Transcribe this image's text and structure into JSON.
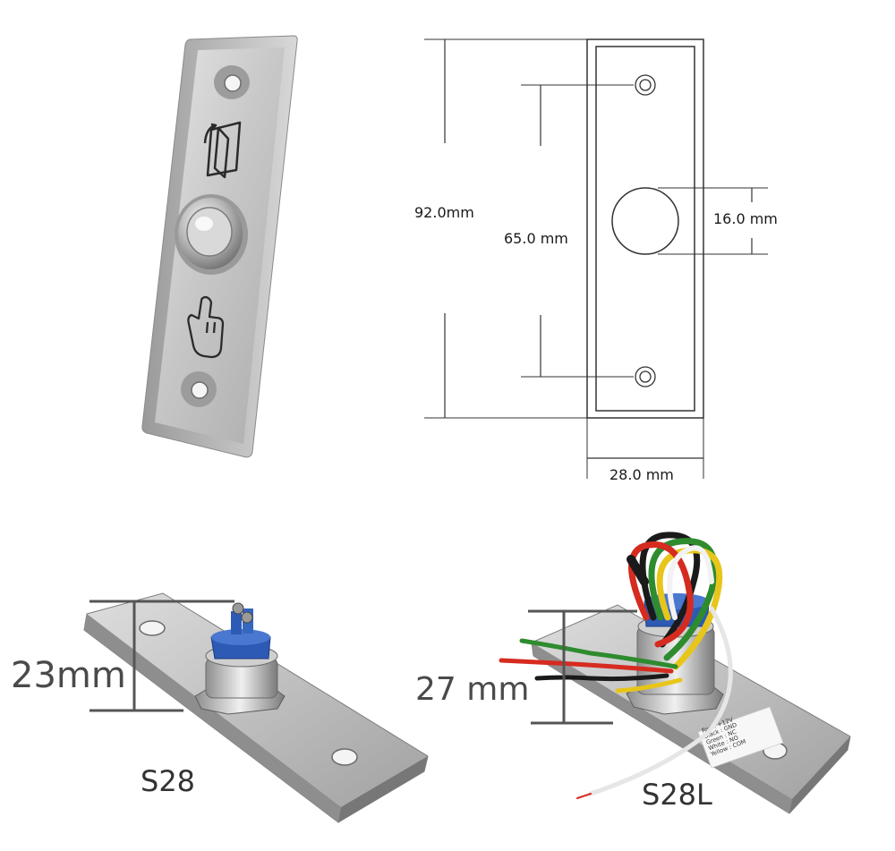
{
  "drawing": {
    "height_label": "92.0mm",
    "hole_spacing_label": "65.0 mm",
    "button_diameter_label": "16.0 mm",
    "width_label": "28.0 mm"
  },
  "models": {
    "s28": {
      "height_label": "23mm",
      "caption": "S28"
    },
    "s28l": {
      "height_label": "27 mm",
      "caption": "S28L",
      "wiring_tag": [
        "Red : +12V",
        "Black : GND",
        "Green : NC",
        "White : NO",
        "Yellow : COM"
      ],
      "wire_colors": [
        "#d62b1f",
        "#1a1a1a",
        "#2e8b2e",
        "#f2f2f2",
        "#e8c51a"
      ]
    }
  },
  "icons": [
    "door-open-icon",
    "push-hand-icon",
    "button-icon",
    "screw-hole-icon"
  ]
}
